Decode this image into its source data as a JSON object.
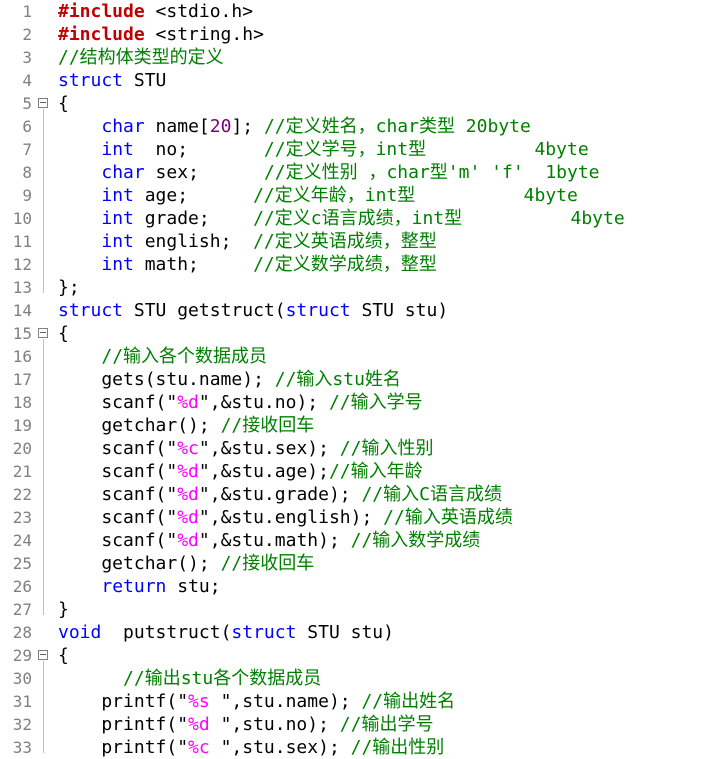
{
  "editor": {
    "colors": {
      "keyword": "#0000ff",
      "preprocessor": "#c00000",
      "comment": "#008000",
      "format_specifier": "#ff00ff",
      "number": "#800080",
      "line_number": "#808080"
    },
    "lines": [
      {
        "n": "1",
        "fold": false,
        "tokens": [
          [
            "pp",
            "#include"
          ],
          [
            "text",
            " <stdio.h>"
          ]
        ]
      },
      {
        "n": "2",
        "fold": false,
        "tokens": [
          [
            "pp",
            "#include"
          ],
          [
            "text",
            " <string.h>"
          ]
        ]
      },
      {
        "n": "3",
        "fold": false,
        "tokens": [
          [
            "cm",
            "//结构体类型的定义"
          ]
        ]
      },
      {
        "n": "4",
        "fold": false,
        "tokens": [
          [
            "kw",
            "struct"
          ],
          [
            "text",
            " STU"
          ]
        ]
      },
      {
        "n": "5",
        "fold": true,
        "tokens": [
          [
            "text",
            "{"
          ]
        ]
      },
      {
        "n": "6",
        "fold": false,
        "tokens": [
          [
            "text",
            "    "
          ],
          [
            "kw",
            "char"
          ],
          [
            "text",
            " name["
          ],
          [
            "num",
            "20"
          ],
          [
            "text",
            "]; "
          ],
          [
            "cm",
            "//定义姓名，char类型 20byte"
          ]
        ]
      },
      {
        "n": "7",
        "fold": false,
        "tokens": [
          [
            "text",
            "    "
          ],
          [
            "kw",
            "int"
          ],
          [
            "text",
            "  no;       "
          ],
          [
            "cm",
            "//定义学号，int型          4byte"
          ]
        ]
      },
      {
        "n": "8",
        "fold": false,
        "tokens": [
          [
            "text",
            "    "
          ],
          [
            "kw",
            "char"
          ],
          [
            "text",
            " sex;      "
          ],
          [
            "cm",
            "//定义性别 ，char型'm' 'f'  1byte"
          ]
        ]
      },
      {
        "n": "9",
        "fold": false,
        "tokens": [
          [
            "text",
            "    "
          ],
          [
            "kw",
            "int"
          ],
          [
            "text",
            " age;      "
          ],
          [
            "cm",
            "//定义年龄，int型          4byte"
          ]
        ]
      },
      {
        "n": "10",
        "fold": false,
        "tokens": [
          [
            "text",
            "    "
          ],
          [
            "kw",
            "int"
          ],
          [
            "text",
            " grade;    "
          ],
          [
            "cm",
            "//定义c语言成绩，int型          4byte"
          ]
        ]
      },
      {
        "n": "11",
        "fold": false,
        "tokens": [
          [
            "text",
            "    "
          ],
          [
            "kw",
            "int"
          ],
          [
            "text",
            " english;  "
          ],
          [
            "cm",
            "//定义英语成绩，整型"
          ]
        ]
      },
      {
        "n": "12",
        "fold": false,
        "tokens": [
          [
            "text",
            "    "
          ],
          [
            "kw",
            "int"
          ],
          [
            "text",
            " math;     "
          ],
          [
            "cm",
            "//定义数学成绩，整型"
          ]
        ]
      },
      {
        "n": "13",
        "fold": false,
        "tokens": [
          [
            "text",
            "};"
          ]
        ]
      },
      {
        "n": "14",
        "fold": false,
        "tokens": [
          [
            "kw",
            "struct"
          ],
          [
            "text",
            " STU getstruct("
          ],
          [
            "kw",
            "struct"
          ],
          [
            "text",
            " STU stu)"
          ]
        ]
      },
      {
        "n": "15",
        "fold": true,
        "tokens": [
          [
            "text",
            "{"
          ]
        ]
      },
      {
        "n": "16",
        "fold": false,
        "tokens": [
          [
            "text",
            "    "
          ],
          [
            "cm",
            "//输入各个数据成员"
          ]
        ]
      },
      {
        "n": "17",
        "fold": false,
        "tokens": [
          [
            "text",
            "    gets(stu.name); "
          ],
          [
            "cm",
            "//输入stu姓名"
          ]
        ]
      },
      {
        "n": "18",
        "fold": false,
        "tokens": [
          [
            "text",
            "    scanf(\""
          ],
          [
            "fmt",
            "%d"
          ],
          [
            "text",
            "\",&stu.no); "
          ],
          [
            "cm",
            "//输入学号"
          ]
        ]
      },
      {
        "n": "19",
        "fold": false,
        "tokens": [
          [
            "text",
            "    getchar(); "
          ],
          [
            "cm",
            "//接收回车"
          ]
        ]
      },
      {
        "n": "20",
        "fold": false,
        "tokens": [
          [
            "text",
            "    scanf(\""
          ],
          [
            "fmt",
            "%c"
          ],
          [
            "text",
            "\",&stu.sex); "
          ],
          [
            "cm",
            "//输入性别"
          ]
        ]
      },
      {
        "n": "21",
        "fold": false,
        "tokens": [
          [
            "text",
            "    scanf(\""
          ],
          [
            "fmt",
            "%d"
          ],
          [
            "text",
            "\",&stu.age);"
          ],
          [
            "cm",
            "//输入年龄"
          ]
        ]
      },
      {
        "n": "22",
        "fold": false,
        "tokens": [
          [
            "text",
            "    scanf(\""
          ],
          [
            "fmt",
            "%d"
          ],
          [
            "text",
            "\",&stu.grade); "
          ],
          [
            "cm",
            "//输入C语言成绩"
          ]
        ]
      },
      {
        "n": "23",
        "fold": false,
        "tokens": [
          [
            "text",
            "    scanf(\""
          ],
          [
            "fmt",
            "%d"
          ],
          [
            "text",
            "\",&stu.english); "
          ],
          [
            "cm",
            "//输入英语成绩"
          ]
        ]
      },
      {
        "n": "24",
        "fold": false,
        "tokens": [
          [
            "text",
            "    scanf(\""
          ],
          [
            "fmt",
            "%d"
          ],
          [
            "text",
            "\",&stu.math); "
          ],
          [
            "cm",
            "//输入数学成绩"
          ]
        ]
      },
      {
        "n": "25",
        "fold": false,
        "tokens": [
          [
            "text",
            "    getchar(); "
          ],
          [
            "cm",
            "//接收回车"
          ]
        ]
      },
      {
        "n": "26",
        "fold": false,
        "tokens": [
          [
            "text",
            "    "
          ],
          [
            "kw",
            "return"
          ],
          [
            "text",
            " stu;"
          ]
        ]
      },
      {
        "n": "27",
        "fold": false,
        "tokens": [
          [
            "text",
            "}"
          ]
        ]
      },
      {
        "n": "28",
        "fold": false,
        "tokens": [
          [
            "kw",
            "void"
          ],
          [
            "text",
            "  putstruct("
          ],
          [
            "kw",
            "struct"
          ],
          [
            "text",
            " STU stu)"
          ]
        ]
      },
      {
        "n": "29",
        "fold": true,
        "tokens": [
          [
            "text",
            "{"
          ]
        ]
      },
      {
        "n": "30",
        "fold": false,
        "tokens": [
          [
            "text",
            "      "
          ],
          [
            "cm",
            "//输出stu各个数据成员"
          ]
        ]
      },
      {
        "n": "31",
        "fold": false,
        "tokens": [
          [
            "text",
            "    printf(\""
          ],
          [
            "fmt",
            "%s"
          ],
          [
            "text",
            " \",stu.name); "
          ],
          [
            "cm",
            "//输出姓名"
          ]
        ]
      },
      {
        "n": "32",
        "fold": false,
        "tokens": [
          [
            "text",
            "    printf(\""
          ],
          [
            "fmt",
            "%d"
          ],
          [
            "text",
            " \",stu.no); "
          ],
          [
            "cm",
            "//输出学号"
          ]
        ]
      },
      {
        "n": "33",
        "fold": false,
        "tokens": [
          [
            "text",
            "    printf(\""
          ],
          [
            "fmt",
            "%c"
          ],
          [
            "text",
            " \",stu.sex); "
          ],
          [
            "cm",
            "//输出性别"
          ]
        ]
      }
    ]
  }
}
